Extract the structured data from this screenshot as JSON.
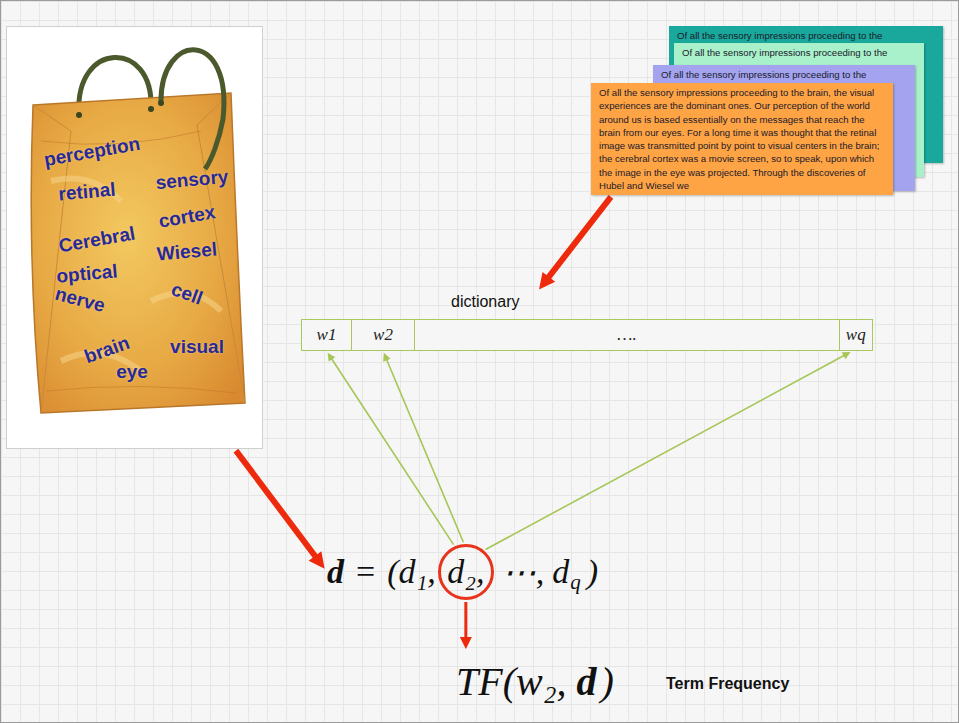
{
  "diagram": {
    "nodes": [
      {
        "text": [
          "Of all the sensory impressions proceeding to the"
        ]
      },
      {
        "text": [
          "Of all the sensory impressions proceeding to the"
        ]
      },
      {
        "text": [
          "Of all the sensory impressions proceeding to the"
        ]
      },
      {
        "text": [
          "Of all the sensory impressions proceeding to the brain, the visual experiences are the dominant ones. Our perception of the world around us is based essentially on the messages that reach the brain from our eyes. For a long time it was thought that the retinal image was transmitted point by point to visual centers in the brain; the cerebral cortex was a movie screen, so to speak, upon which the image in the eye was projected. Through the discoveries of Hubel and Wiesel we"
        ]
      },
      {
        "text": [
          "perception",
          "retinal",
          "sensory",
          "Cerebral",
          "cortex",
          "Wiesel",
          "optical",
          "nerve",
          "cell",
          "brain",
          "visual",
          "eye"
        ]
      },
      {
        "text": [
          "dictionary"
        ]
      },
      {
        "text": [
          "w1"
        ],
        "in": 5
      },
      {
        "text": [
          "w2"
        ],
        "in": 5
      },
      {
        "text": [
          "…."
        ],
        "in": 5
      },
      {
        "text": [
          "wq"
        ],
        "in": 5
      },
      {
        "text": [
          "d",
          "=",
          "(d₁,",
          "⋯,",
          "d",
          "q",
          ")"
        ]
      },
      {
        "text": [
          "d₂,"
        ],
        "in": 10
      },
      {
        "text": [
          "TF(w₂,",
          "d",
          ")"
        ]
      }
    ],
    "edges": [
      {
        "from": 3,
        "to": 5,
        "arrow": "to"
      },
      {
        "from": 4,
        "to": 10,
        "arrow": "to"
      },
      {
        "from": 11,
        "to": 6,
        "arrow": "to"
      },
      {
        "from": 11,
        "to": 7,
        "arrow": "to"
      },
      {
        "from": 11,
        "to": 9,
        "arrow": "to"
      },
      {
        "from": 11,
        "to": 12,
        "arrow": "to"
      }
    ],
    "labels": [
      "Term Frequency"
    ]
  }
}
